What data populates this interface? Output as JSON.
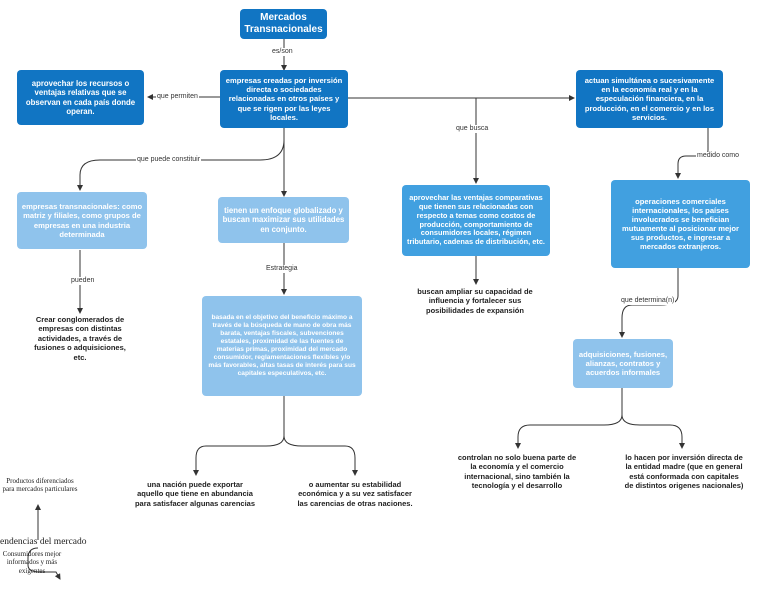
{
  "title": "Mercados Transnacionales",
  "links": {
    "es_son": "es/son",
    "que_permiten": "que permiten",
    "que_puede_constituir": "que puede constituir",
    "que_busca": "que busca",
    "medido_como": "medido como",
    "pueden": "pueden",
    "estrategia": "Estrategia",
    "que_determina": "que determina(n)"
  },
  "nodes": {
    "empresas": "empresas creadas por inversión directa o sociedades relacionadas en otros países y que se rigen por las leyes locales.",
    "recursos": "aprovechar los recursos o ventajas relativas que se observan en cada país donde operan.",
    "actuan": "actuan simultánea o sucesivamente en la economía real y en la especulación financiera, en la producción, en el comercio y en los servicios.",
    "transnacionales": "empresas transnacionales: como matriz y filiales, como grupos de empresas en una industria determinada",
    "enfoque": "tienen un enfoque globalizado y buscan maximizar sus utilidades en conjunto.",
    "ventajas": "aprovechar las ventajas comparativas que tienen sus relacionadas con respecto a temas como costos de producción, comportamiento de consumidores locales, régimen tributario, cadenas de distribución, etc.",
    "operaciones": "operaciones comerciales internacionales, los países involucrados se benefician mutuamente al posicionar mejor sus productos, e ingresar a mercados extranjeros.",
    "estrategia_box": "basada en el objetivo del beneficio máximo a través de la búsqueda de mano de obra más barata, ventajas fiscales, subvenciones estatales, proximidad de las fuentes de materias primas, proximidad del mercado consumidor, reglamentaciones flexibles y/o más favorables, altas tasas de interés para sus capitales especulativos, etc.",
    "adquisiciones": "adquisiciones, fusiones, alianzas, contratos y acuerdos informales"
  },
  "texts": {
    "conglomerados": "Crear conglomerados de empresas con distintas actividades, a través de fusiones o adquisiciones, etc.",
    "influencia": "buscan ampliar su capacidad de influencia y fortalecer sus posibilidades de expansión",
    "exportar": "una nación puede exportar aquello que tiene en abundancia para satisfacer algunas carencias",
    "estabilidad": "o aumentar su estabilidad económica y a su vez satisfacer las carencias de otras naciones.",
    "controlan": "controlan no solo buena parte de la economía y el comercio internacional, sino también la tecnología y el desarrollo",
    "inversion": "lo hacen por inversión directa de la entidad madre (que en general está conformada con capitales de distintos origenes nacionales)",
    "productos": "Productos diferenciados para mercados particulares",
    "tendencias": "endencias del mercado",
    "consumidores": "Consumidores mejor informados y más exigentes"
  }
}
